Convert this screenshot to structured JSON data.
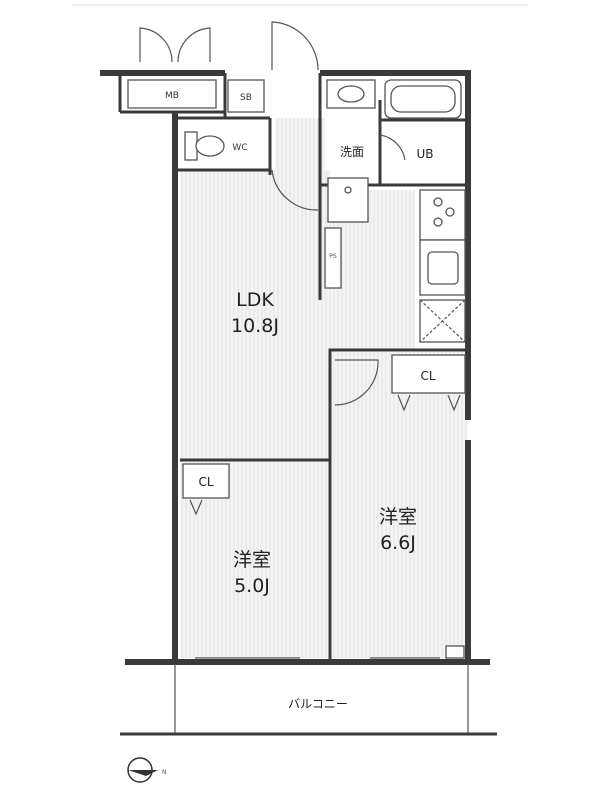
{
  "rooms": {
    "ldk": {
      "name": "LDK",
      "size": "10.8J"
    },
    "western_a": {
      "name": "洋室",
      "size": "5.0J"
    },
    "western_b": {
      "name": "洋室",
      "size": "6.6J"
    },
    "washroom": "洗面",
    "bath": "UB",
    "toilet": "WC",
    "meter_box": "MB",
    "shoe_box": "SB",
    "pipe_space": "PS",
    "closet_a": "CL",
    "closet_b": "CL",
    "balcony": "バルコニー"
  }
}
